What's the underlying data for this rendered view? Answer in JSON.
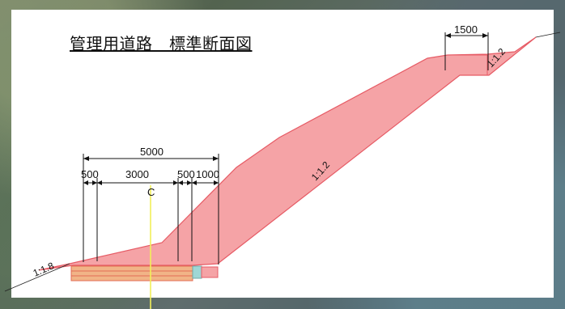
{
  "diagram": {
    "title": "管理用道路　標準断面図",
    "dimensions": {
      "overall_width": "5000",
      "left_shoulder": "500",
      "road_width": "3000",
      "right_shoulder": "500",
      "right_edge": "1000",
      "bench_width": "1500"
    },
    "slopes": {
      "left": "1:1.8",
      "main": "1:1.2",
      "upper": "1:1.2"
    },
    "center_mark": "C",
    "colors": {
      "fill": "#f5a3a6",
      "stroke": "#e65b65",
      "center_line": "#f2ef58",
      "pavement": "#f1b487",
      "drain": "#9ed7d5"
    }
  }
}
